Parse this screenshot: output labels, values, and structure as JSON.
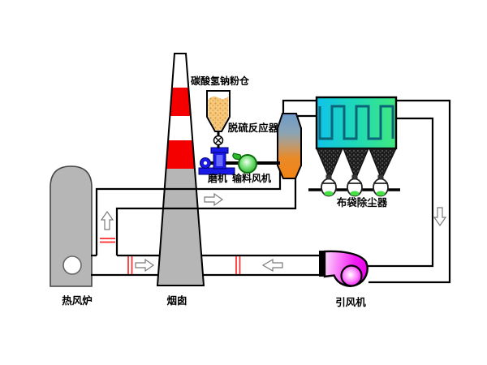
{
  "components": {
    "furnace": {
      "label": "热风炉"
    },
    "chimney": {
      "label": "烟囱"
    },
    "silo": {
      "label": "碳酸氢钠粉仓"
    },
    "reactor": {
      "label": "脱硫反应器"
    },
    "mill": {
      "label": "磨机"
    },
    "feed_fan": {
      "label": "输料风机"
    },
    "bag_filter": {
      "label": "布袋除尘器"
    },
    "id_fan": {
      "label": "引风机"
    }
  },
  "colors": {
    "chimney_red": "#f50000",
    "damper_red": "#ff2a2a",
    "vessel_gray": "#b6b6b6",
    "duct_white": "#ffffff",
    "mill_blue": "#1a1ae8",
    "feed_fan_green": "#2fb92f",
    "id_fan_magenta": "#f018f0",
    "powder_orange": "#f6c87c",
    "bag_filter_cyan": "#0fc3ea",
    "bag_filter_green": "#41e87e",
    "reactor_blue": "#6e9ac8",
    "reactor_orange": "#f28313",
    "bag_pattern_teal": "#0b6478"
  }
}
